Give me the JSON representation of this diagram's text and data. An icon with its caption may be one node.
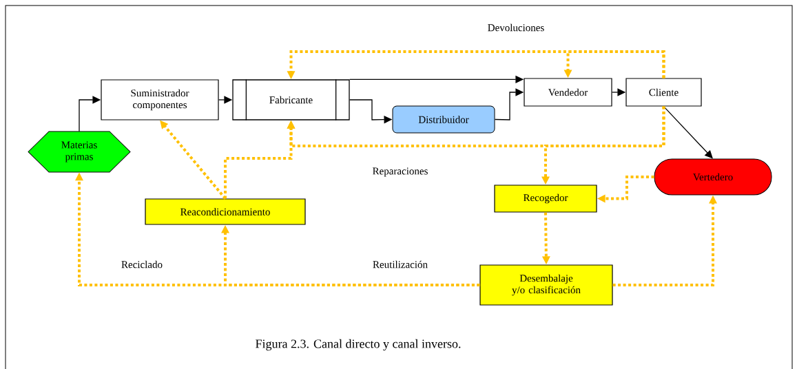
{
  "diagram": {
    "caption": "Figura 2.3. Canal directo y canal inverso.",
    "nodes": [
      {
        "text": [
          "Materias primas"
        ]
      },
      {
        "text": [
          "Suministrador componentes"
        ]
      },
      {
        "text": [
          "Fabricante"
        ]
      },
      {
        "text": [
          "Distribuidor"
        ]
      },
      {
        "text": [
          "Vendedor"
        ]
      },
      {
        "text": [
          "Cliente"
        ]
      },
      {
        "text": [
          "Vertedero"
        ]
      },
      {
        "text": [
          "Recogedor"
        ]
      },
      {
        "text": [
          "Reacondicionamiento"
        ]
      },
      {
        "text": [
          "Desembalaje y/o clasificación"
        ]
      }
    ],
    "edges": [
      {
        "from": 0,
        "to": 1,
        "arrow": "to",
        "color": "#000000"
      },
      {
        "from": 1,
        "to": 2,
        "arrow": "to",
        "color": "#000000"
      },
      {
        "from": 2,
        "to": 4,
        "arrow": "to",
        "color": "#000000"
      },
      {
        "from": 2,
        "to": 3,
        "arrow": "to",
        "color": "#000000"
      },
      {
        "from": 3,
        "to": 4,
        "arrow": "to",
        "color": "#000000"
      },
      {
        "from": 4,
        "to": 5,
        "arrow": "to",
        "color": "#000000"
      },
      {
        "from": 5,
        "to": 6,
        "arrow": "to",
        "color": "#000000"
      },
      {
        "from": 5,
        "to": 2,
        "arrow": "to",
        "style": "dashed"
      },
      {
        "from": 5,
        "to": 4,
        "arrow": "to",
        "style": "dashed"
      },
      {
        "from": 5,
        "to": 2,
        "arrow": "to",
        "style": "dashed"
      },
      {
        "from": 5,
        "to": 7,
        "arrow": "to",
        "style": "dashed"
      },
      {
        "from": 8,
        "to": 1,
        "arrow": "to",
        "style": "dashed"
      },
      {
        "from": 8,
        "to": 2,
        "arrow": "to",
        "style": "dashed"
      },
      {
        "from": 6,
        "to": 7,
        "arrow": "to",
        "style": "dashed"
      },
      {
        "from": 7,
        "to": 9,
        "arrow": "to",
        "style": "dashed"
      },
      {
        "from": 9,
        "to": 0,
        "arrow": "to",
        "style": "dashed"
      },
      {
        "from": 9,
        "to": 8,
        "arrow": "to",
        "style": "dashed"
      },
      {
        "from": 9,
        "to": 6,
        "arrow": "to",
        "style": "dashed"
      }
    ],
    "labels": [
      "Devoluciones",
      "Reparaciones",
      "Reciclado",
      "Reutilización"
    ]
  }
}
